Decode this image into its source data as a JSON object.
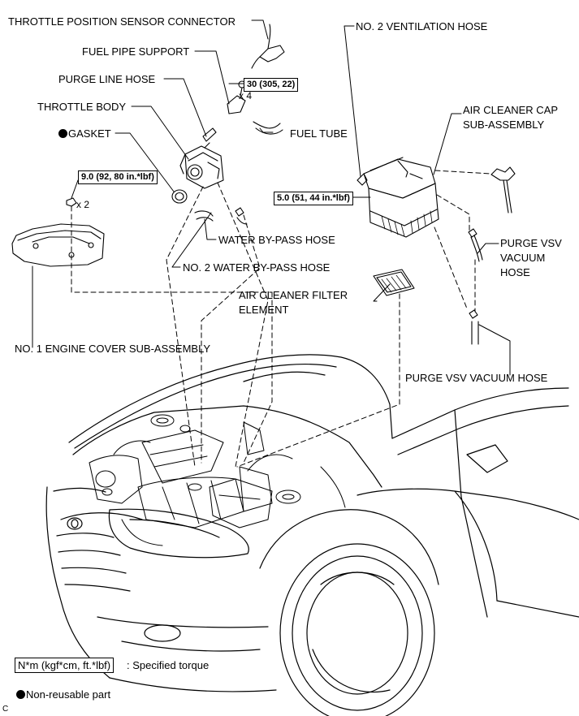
{
  "labels": {
    "tps_connector": "THROTTLE POSITION SENSOR CONNECTOR",
    "fuel_pipe_support": "FUEL PIPE SUPPORT",
    "purge_line_hose": "PURGE LINE HOSE",
    "throttle_body": "THROTTLE BODY",
    "gasket": "GASKET",
    "fuel_tube": "FUEL TUBE",
    "water_bypass_hose": "WATER BY-PASS HOSE",
    "no2_water_bypass_hose": "NO. 2 WATER BY-PASS HOSE",
    "no1_engine_cover": "NO. 1 ENGINE COVER SUB-ASSEMBLY",
    "no2_ventilation_hose": "NO. 2 VENTILATION HOSE",
    "air_cleaner_cap_1": "AIR CLEANER CAP",
    "air_cleaner_cap_2": "SUB-ASSEMBLY",
    "purge_vsv_vacuum_hose_a_1": "PURGE VSV",
    "purge_vsv_vacuum_hose_a_2": "VACUUM",
    "purge_vsv_vacuum_hose_a_3": "HOSE",
    "air_cleaner_filter_1": "AIR CLEANER FILTER",
    "air_cleaner_filter_2": "ELEMENT",
    "purge_vsv_vacuum_hose_b": "PURGE VSV VACUUM HOSE"
  },
  "torques": {
    "fuel_pipe_support": "30 (305, 22)",
    "engine_cover": "9.0 (92, 80 in.*lbf)",
    "air_cleaner": "5.0 (51, 44 in.*lbf)"
  },
  "multipliers": {
    "fuel_pipe_bolts": "x 4",
    "engine_cover_nuts": "x 2"
  },
  "legend": {
    "torque_box": "N*m (kgf*cm, ft.*lbf)",
    "torque_text": ": Specified torque",
    "non_reusable": "Non-reusable part"
  },
  "corner_code": "C"
}
